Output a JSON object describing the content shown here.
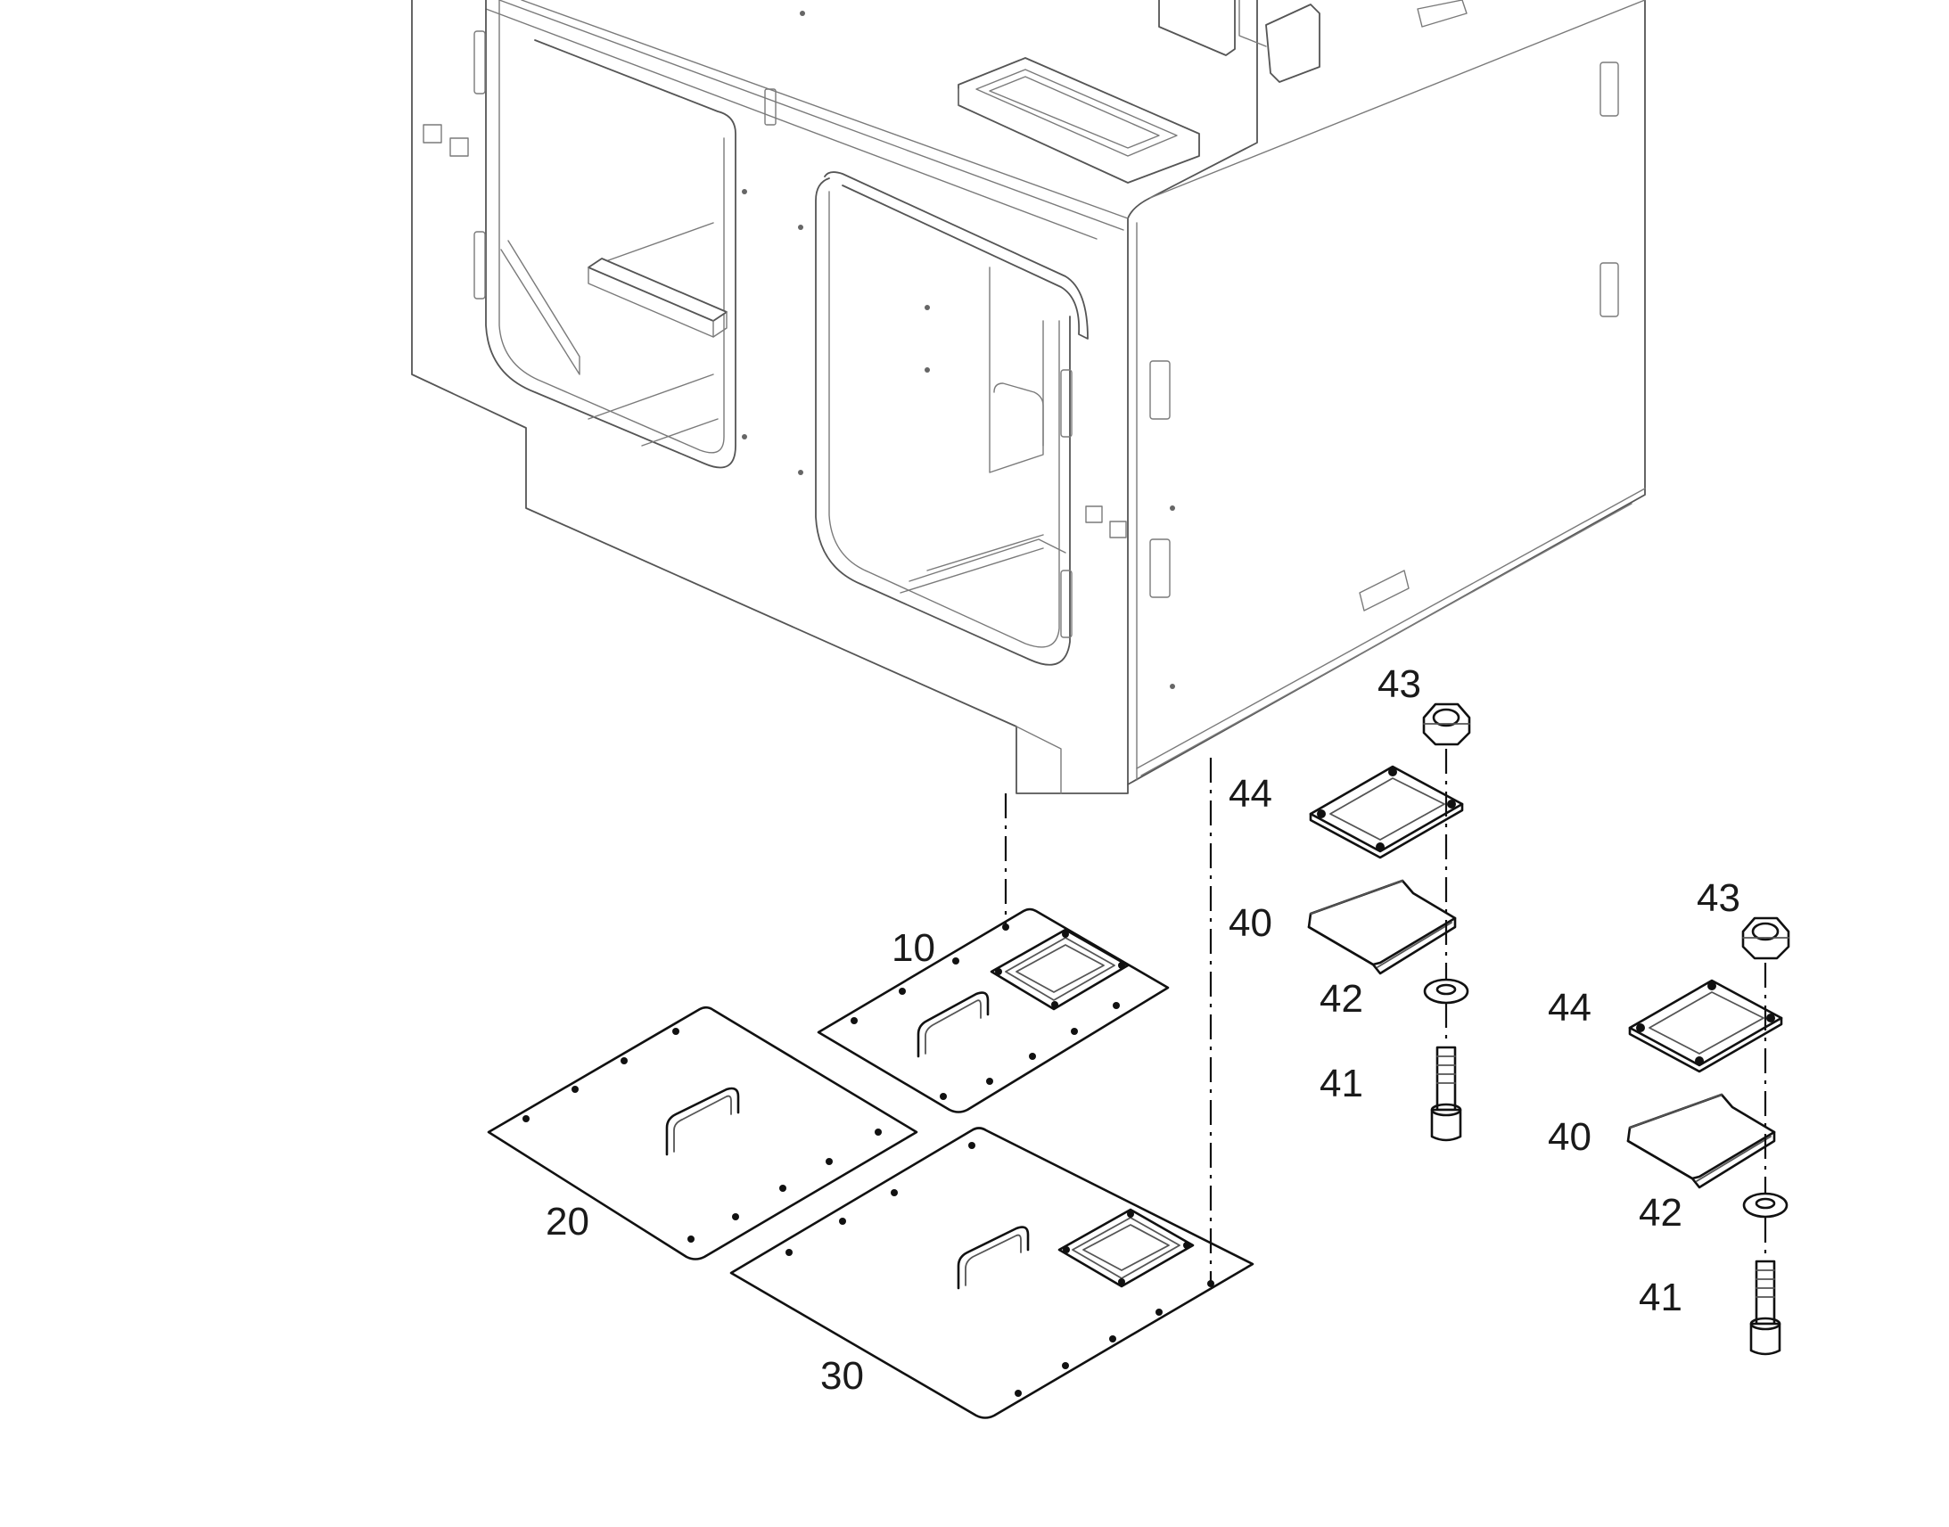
{
  "callouts": {
    "c10": "10",
    "c20": "20",
    "c30": "30",
    "c40a": "40",
    "c41a": "41",
    "c42a": "42",
    "c43a": "43",
    "c44a": "44",
    "c40b": "40",
    "c41b": "41",
    "c42b": "42",
    "c43b": "43",
    "c44b": "44"
  }
}
